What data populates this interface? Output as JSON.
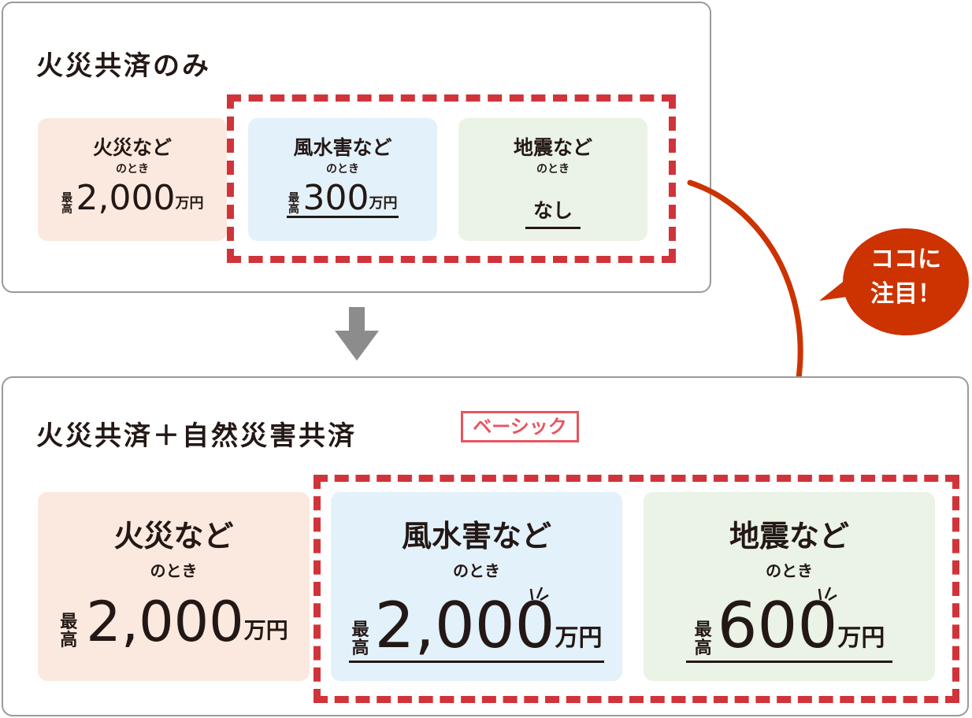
{
  "top": {
    "title": "火災共済のみ",
    "cards": [
      {
        "category": "火災など",
        "when": "のとき",
        "prefix": "最高",
        "amount": "2,000",
        "unit": "万円"
      },
      {
        "category": "風水害など",
        "when": "のとき",
        "prefix": "最高",
        "amount": "300",
        "unit": "万円"
      },
      {
        "category": "地震など",
        "when": "のとき",
        "amount": "なし"
      }
    ]
  },
  "bottom": {
    "title": "火災共済＋自然災害共済",
    "badge": "ベーシック",
    "cards": [
      {
        "category": "火災など",
        "when": "のとき",
        "prefix": "最高",
        "amount": "2,000",
        "unit": "万円"
      },
      {
        "category": "風水害など",
        "when": "のとき",
        "prefix": "最高",
        "amount": "2,000",
        "unit": "万円"
      },
      {
        "category": "地震など",
        "when": "のとき",
        "prefix": "最高",
        "amount": "600",
        "unit": "万円"
      }
    ]
  },
  "callout": {
    "line1": "ココに",
    "line2": "注目！"
  },
  "colors": {
    "accent": "#d0343a",
    "callout": "#cc3300",
    "badge": "#e8545f"
  }
}
